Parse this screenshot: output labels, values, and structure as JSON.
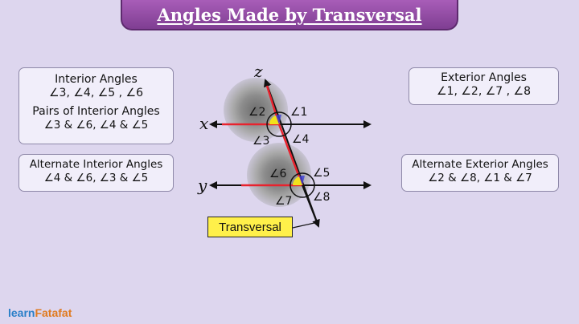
{
  "title": "Angles Made by Transversal",
  "boxes": {
    "interior": {
      "heading": "Interior Angles",
      "angles": "∠3, ∠4, ∠5 , ∠6",
      "pairs_heading": "Pairs of Interior Angles",
      "pairs": "∠3 & ∠6, ∠4 & ∠5"
    },
    "alternate_interior": {
      "heading": "Alternate Interior Angles",
      "pairs": "∠4 & ∠6, ∠3 & ∠5"
    },
    "exterior": {
      "heading": "Exterior Angles",
      "angles": "∠1, ∠2, ∠7 , ∠8"
    },
    "alternate_exterior": {
      "heading": "Alternate Exterior Angles",
      "pairs": "∠2 & ∠8, ∠1 & ∠7"
    }
  },
  "diagram": {
    "line_x": "x",
    "line_y": "y",
    "line_z": "z",
    "angle_labels": {
      "a1": "∠1",
      "a2": "∠2",
      "a3": "∠3",
      "a4": "∠4",
      "a5": "∠5",
      "a6": "∠6",
      "a7": "∠7",
      "a8": "∠8"
    },
    "transversal_label": "Transversal"
  },
  "logo": {
    "learn": "learn",
    "brand": "Fatafat"
  },
  "colors": {
    "background": "#ddd6ee",
    "banner": "#8e4aa2",
    "highlight_red": "#e8232e",
    "angle_yellow": "#f2e21c",
    "angle_blue": "#3b3fd6",
    "label_yellow": "#fff04a"
  }
}
